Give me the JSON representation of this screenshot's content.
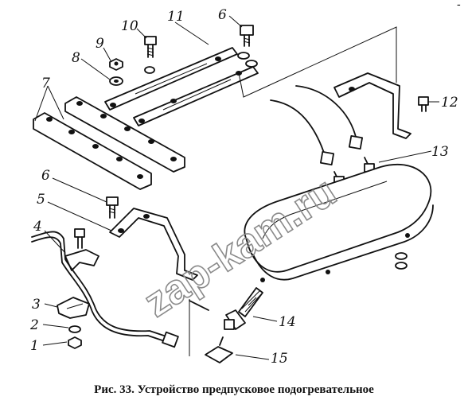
{
  "figure": {
    "caption": "Рис. 33. Устройство предпусковое подогревательное",
    "watermark": "zap-kam.ru",
    "corner_mark": "-",
    "callouts": [
      "1",
      "2",
      "3",
      "4",
      "5",
      "6",
      "6",
      "7",
      "8",
      "9",
      "10",
      "11",
      "12",
      "13",
      "14",
      "15"
    ]
  }
}
